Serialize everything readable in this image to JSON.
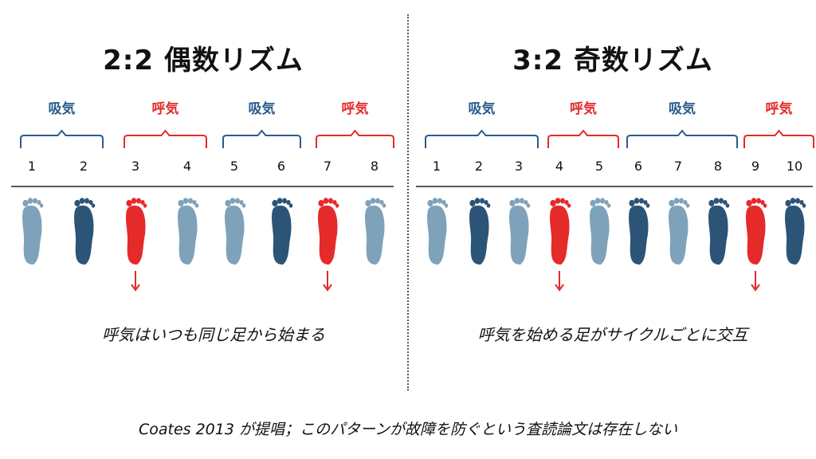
{
  "colors": {
    "blue": "#2a5b8c",
    "red": "#e52a2a",
    "light": "#7fa2bb",
    "dark": "#2c5477",
    "rule": "#222222"
  },
  "left": {
    "title": "2:2 偶数リズム",
    "caption": "呼気はいつも同じ足から始まる",
    "brackets": [
      {
        "label": "吸気",
        "kind": "inhale",
        "from": 1,
        "to": 2
      },
      {
        "label": "呼気",
        "kind": "exhale",
        "from": 3,
        "to": 4
      },
      {
        "label": "吸気",
        "kind": "inhale",
        "from": 5,
        "to": 6
      },
      {
        "label": "呼気",
        "kind": "exhale",
        "from": 7,
        "to": 8
      }
    ],
    "steps": [
      {
        "n": "1",
        "shade": "light",
        "arrow": false
      },
      {
        "n": "2",
        "shade": "dark",
        "arrow": false
      },
      {
        "n": "3",
        "shade": "red",
        "arrow": true
      },
      {
        "n": "4",
        "shade": "light",
        "arrow": false
      },
      {
        "n": "5",
        "shade": "light",
        "arrow": false
      },
      {
        "n": "6",
        "shade": "dark",
        "arrow": false
      },
      {
        "n": "7",
        "shade": "red",
        "arrow": true
      },
      {
        "n": "8",
        "shade": "light",
        "arrow": false
      }
    ]
  },
  "right": {
    "title": "3:2 奇数リズム",
    "caption": "呼気を始める足がサイクルごとに交互",
    "brackets": [
      {
        "label": "吸気",
        "kind": "inhale",
        "from": 1,
        "to": 3
      },
      {
        "label": "呼気",
        "kind": "exhale",
        "from": 4,
        "to": 5
      },
      {
        "label": "吸気",
        "kind": "inhale",
        "from": 6,
        "to": 8
      },
      {
        "label": "呼気",
        "kind": "exhale",
        "from": 9,
        "to": 10
      }
    ],
    "steps": [
      {
        "n": "1",
        "shade": "light",
        "arrow": false
      },
      {
        "n": "2",
        "shade": "dark",
        "arrow": false
      },
      {
        "n": "3",
        "shade": "light",
        "arrow": false
      },
      {
        "n": "4",
        "shade": "red",
        "arrow": true
      },
      {
        "n": "5",
        "shade": "light",
        "arrow": false
      },
      {
        "n": "6",
        "shade": "dark",
        "arrow": false
      },
      {
        "n": "7",
        "shade": "light",
        "arrow": false
      },
      {
        "n": "8",
        "shade": "dark",
        "arrow": false
      },
      {
        "n": "9",
        "shade": "red",
        "arrow": true
      },
      {
        "n": "10",
        "shade": "dark",
        "arrow": false
      }
    ]
  },
  "footer": "Coates 2013 が提唱；このパターンが故障を防ぐという査読論文は存在しない"
}
